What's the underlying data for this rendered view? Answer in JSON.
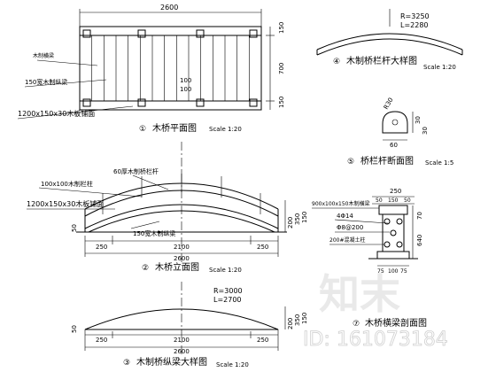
{
  "plan": {
    "dim_total": "2600",
    "dim_right": [
      "150",
      "700",
      "150"
    ],
    "dim_left_small": "100",
    "dim_mid_small": "100",
    "label_beam": "木制横梁",
    "label_rail": "150宽木制纵梁",
    "label_board": "1200x150x30木板铺面",
    "title_num": "①",
    "title": "木桥平面图",
    "scale": "Scale 1:20"
  },
  "railing_detail": {
    "r_label": "R=3250",
    "l_label": "L=2280",
    "title_num": "④",
    "title": "木制桥栏杆大样图",
    "scale": "Scale 1:20"
  },
  "railing_section": {
    "dim_diag": "R30",
    "dim_h": [
      "30",
      "30"
    ],
    "dim_w": "60",
    "title_num": "⑤",
    "title": "桥栏杆断面图",
    "scale": "Scale 1:5"
  },
  "elevation": {
    "label_rail": "60厚木制桥栏杆",
    "label_post": "100x100木制栏柱",
    "label_board": "1200x150x30木板铺面",
    "label_beam": "150宽木制纵梁",
    "dims_bottom": [
      "250",
      "2100",
      "250"
    ],
    "dim_total": "2600",
    "dims_right": [
      "200",
      "350",
      "150"
    ],
    "dim_left": "50",
    "title_num": "②",
    "title": "木桥立面图",
    "scale": "Scale 1:20"
  },
  "beam_detail": {
    "r_label": "R=3000",
    "l_label": "L=2700",
    "dims_bottom": [
      "250",
      "2100",
      "250"
    ],
    "dim_total": "2600",
    "dims_right": [
      "200",
      "350",
      "150"
    ],
    "dim_left": "50",
    "title_num": "③",
    "title": "木制桥纵梁大样图",
    "scale": "Scale 1:20"
  },
  "pier_detail": {
    "dim_top": [
      "250"
    ],
    "dim_top2": [
      "50",
      "150",
      "50"
    ],
    "label_beam": "900x100x150木制横梁",
    "label_rebar1": "4Φ14",
    "label_rebar2": "Φ8@200",
    "label_conc": "200#混凝土柱",
    "dims_right": [
      "70",
      "640"
    ],
    "dims_bottom": [
      "75",
      "100",
      "75"
    ],
    "title_num": "⑦",
    "title": "木桥横梁剖面图"
  },
  "watermark": {
    "brand": "知末",
    "id_text": "ID: 161073184"
  }
}
